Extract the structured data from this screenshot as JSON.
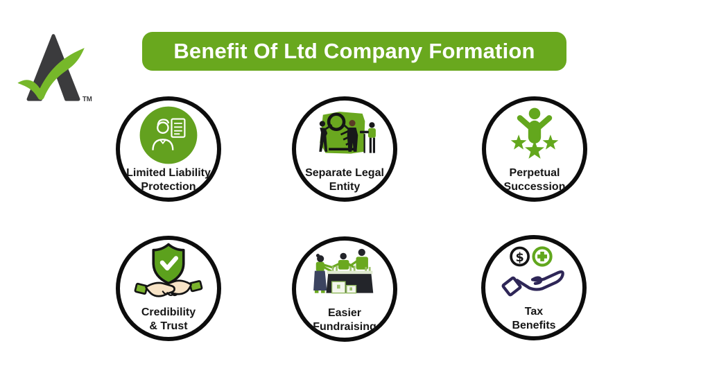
{
  "header": {
    "title": "Benefit Of Ltd Company Formation",
    "bg_color": "#69a81e",
    "text_color": "#ffffff"
  },
  "logo": {
    "tm": "TM",
    "mark_dark_color": "#3b3b3d",
    "mark_green_color": "#76b82a"
  },
  "benefits": [
    {
      "id": "limited-liability-protection",
      "lines": [
        "Limited Liability",
        "Protection"
      ],
      "icon": "person-document-icon"
    },
    {
      "id": "separate-legal-entity",
      "lines": [
        "Separate Legal",
        "Entity"
      ],
      "icon": "people-board-icon"
    },
    {
      "id": "perpetual-succession",
      "lines": [
        "Perpetual",
        "Succession"
      ],
      "icon": "person-stars-icon"
    },
    {
      "id": "credibility-trust",
      "lines": [
        "Credibility",
        "& Trust"
      ],
      "icon": "shield-handshake-icon"
    },
    {
      "id": "easier-fundraising",
      "lines": [
        "Easier",
        "Fundraising"
      ],
      "icon": "fundraising-stand-icon"
    },
    {
      "id": "tax-benefits",
      "lines": [
        "Tax",
        "Benefits"
      ],
      "icon": "coin-hand-icon"
    }
  ],
  "icon_glyphs": {
    "dollar": "$"
  },
  "colors": {
    "accent_green": "#69a81e",
    "icon_green": "#63a11f",
    "circle_border": "#0d0d0d",
    "text_dark": "#161616",
    "hand_navy": "#2e2657",
    "skin": "#f7e3c6",
    "navy_skirt": "#3c4460"
  }
}
